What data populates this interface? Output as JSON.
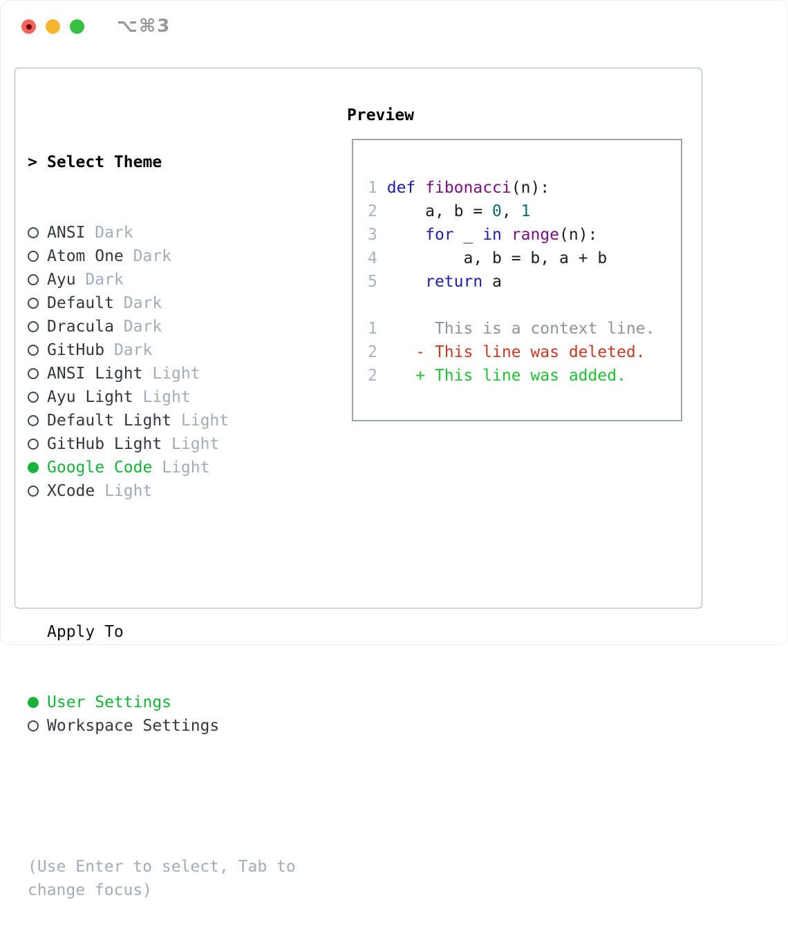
{
  "window": {
    "title": "⌥⌘3",
    "traffic_lights": [
      "close",
      "minimize",
      "zoom"
    ]
  },
  "panel": {
    "select_header": {
      "marker": ">",
      "label": "Select Theme"
    },
    "themes": [
      {
        "name": "ANSI",
        "variant": "Dark",
        "selected": false
      },
      {
        "name": "Atom One",
        "variant": "Dark",
        "selected": false
      },
      {
        "name": "Ayu",
        "variant": "Dark",
        "selected": false
      },
      {
        "name": "Default",
        "variant": "Dark",
        "selected": false
      },
      {
        "name": "Dracula",
        "variant": "Dark",
        "selected": false
      },
      {
        "name": "GitHub",
        "variant": "Dark",
        "selected": false
      },
      {
        "name": "ANSI Light",
        "variant": "Light",
        "selected": false
      },
      {
        "name": "Ayu Light",
        "variant": "Light",
        "selected": false
      },
      {
        "name": "Default Light",
        "variant": "Light",
        "selected": false
      },
      {
        "name": "GitHub Light",
        "variant": "Light",
        "selected": false
      },
      {
        "name": "Google Code",
        "variant": "Light",
        "selected": true
      },
      {
        "name": "XCode",
        "variant": "Light",
        "selected": false
      }
    ],
    "apply_to": {
      "label": "Apply To",
      "options": [
        {
          "label": "User Settings",
          "selected": true
        },
        {
          "label": "Workspace Settings",
          "selected": false
        }
      ]
    },
    "help_lines": [
      "(Use Enter to select, Tab to",
      "change focus)"
    ]
  },
  "preview": {
    "label": "Preview",
    "lines": [
      {
        "num": "1",
        "segments": [
          [
            "kw",
            "def"
          ],
          [
            "pl",
            " "
          ],
          [
            "fn",
            "fibonacci"
          ],
          [
            "pl",
            "(n):"
          ]
        ]
      },
      {
        "num": "2",
        "segments": [
          [
            "pl",
            "    a, b = "
          ],
          [
            "nm",
            "0"
          ],
          [
            "pl",
            ", "
          ],
          [
            "nm",
            "1"
          ]
        ]
      },
      {
        "num": "3",
        "segments": [
          [
            "pl",
            "    "
          ],
          [
            "kw",
            "for"
          ],
          [
            "pl",
            " _ "
          ],
          [
            "kw",
            "in"
          ],
          [
            "pl",
            " "
          ],
          [
            "fn",
            "range"
          ],
          [
            "pl",
            "(n):"
          ]
        ]
      },
      {
        "num": "4",
        "segments": [
          [
            "pl",
            "        a, b = b, a + b"
          ]
        ]
      },
      {
        "num": "5",
        "segments": [
          [
            "pl",
            "    "
          ],
          [
            "kw",
            "return"
          ],
          [
            "pl",
            " a"
          ]
        ]
      },
      {
        "num": "",
        "segments": []
      },
      {
        "num": "1",
        "segments": [
          [
            "ctx",
            "     This is a context line."
          ]
        ]
      },
      {
        "num": "2",
        "segments": [
          [
            "del",
            "   - This line was deleted."
          ]
        ]
      },
      {
        "num": "2",
        "segments": [
          [
            "add",
            "   + This line was added."
          ]
        ]
      }
    ]
  },
  "colors": {
    "accent_green": "#17b23a",
    "added_green": "#22c234",
    "deleted_red": "#c83a24",
    "keyword_blue": "#1d1da9",
    "function_purple": "#7a0f80",
    "number_teal": "#0d6c6c",
    "muted_gray": "#a3acb8",
    "panel_border": "#a9b1ba",
    "preview_border": "#9aa2ac",
    "traffic_red": "#f2635b",
    "traffic_yellow": "#f6b52e",
    "traffic_green": "#35c13f"
  }
}
